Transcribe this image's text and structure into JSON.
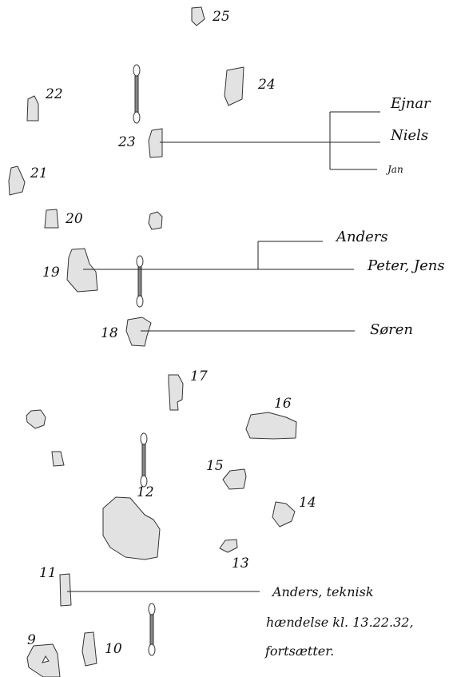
{
  "stones": {
    "n25": "25",
    "n24": "24",
    "n23": "23",
    "n22": "22",
    "n21": "21",
    "n20": "20",
    "n19": "19",
    "n18": "18",
    "n17": "17",
    "n16": "16",
    "n15": "15",
    "n14": "14",
    "n13": "13",
    "n12": "12",
    "n11": "11",
    "n10": "10",
    "n9": "9"
  },
  "names": {
    "ejnar": "Ejnar",
    "niels": "Niels",
    "jan": "Jan",
    "anders": "Anders",
    "peter_jens": "Peter, Jens",
    "soren": "Søren"
  },
  "note": {
    "line1": "Anders, teknisk",
    "line2": "hændelse kl. 13.22.32,",
    "line3": "fortsætter."
  },
  "colors": {
    "stone_fill": "#e2e2e2",
    "stone_stroke": "#333333",
    "pin_bar": "#888888"
  }
}
